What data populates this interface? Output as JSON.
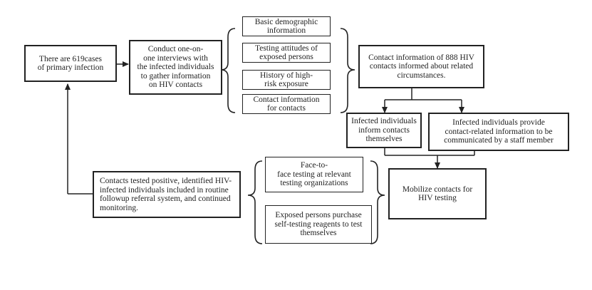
{
  "diagram": {
    "nodes": {
      "primary_infection": {
        "text": "There are 619cases\nof primary infection"
      },
      "interviews": {
        "text": "Conduct one-on-\none interviews with\nthe infected individuals\nto gather information\non HIV contacts"
      },
      "demographic": {
        "text": "Basic demographic\ninformation"
      },
      "attitudes": {
        "text": "Testing attitudes of\nexposed persons"
      },
      "history": {
        "text": "History of high-\nrisk exposure"
      },
      "contact_info": {
        "text": "Contact information\nfor contacts"
      },
      "contacts_888": {
        "text": "Contact information of 888 HIV\ncontacts informed about related\ncircumstances."
      },
      "self_inform": {
        "text": "Infected individuals\ninform contacts\nthemselves"
      },
      "staff_inform": {
        "text": "Infected individuals provide\ncontact-related information to be\ncommunicated by a staff member"
      },
      "mobilize": {
        "text": "Mobilize contacts for\nHIV testing"
      },
      "face_testing": {
        "text": "Face-to-\nface testing at relevant\ntesting organizations"
      },
      "self_testing": {
        "text": "Exposed persons purchase\nself-testing reagents to test\nthemselves"
      },
      "followup": {
        "text": "Contacts tested positive, identified HIV-\ninfected individuals included in routine\nfollowup referral system, and continued\nmonitoring."
      }
    },
    "colors": {
      "stroke": "#222222",
      "text": "#222222",
      "background": "#ffffff"
    }
  }
}
